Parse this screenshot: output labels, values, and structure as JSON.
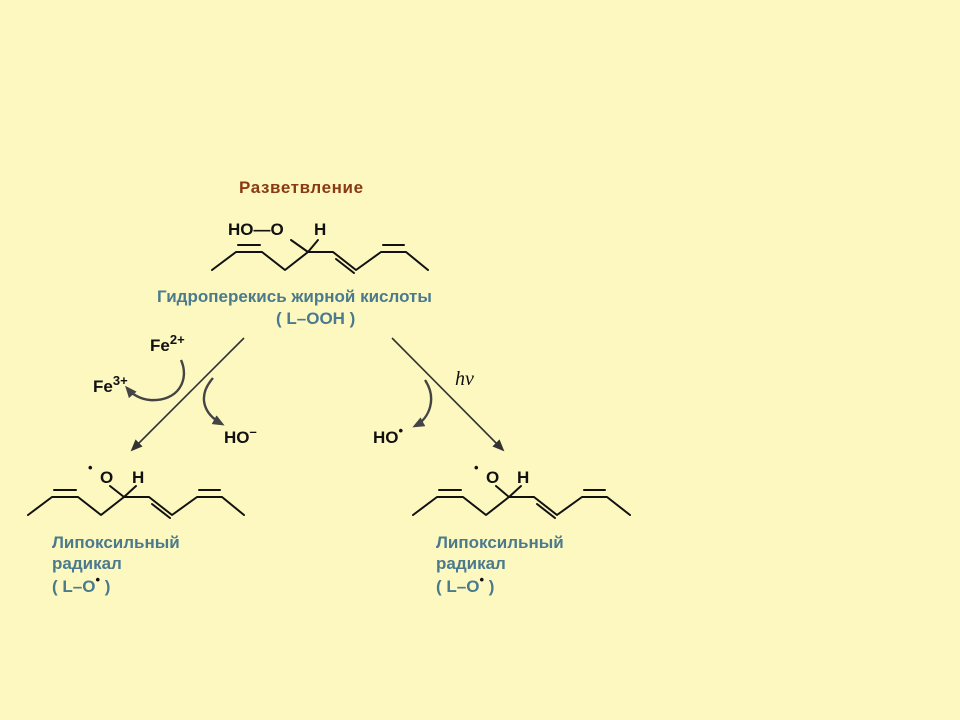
{
  "title": "Разветвление",
  "top_molecule": {
    "label_ho_o": "HO—O",
    "label_h": "H",
    "name": "Гидроперекись жирной кислоты",
    "formula": "( L–OOH )"
  },
  "left_branch": {
    "fe2": "Fe",
    "fe2_charge": "2+",
    "fe3": "Fe",
    "fe3_charge": "3+",
    "product_ion": "HO",
    "product_ion_charge": "–"
  },
  "right_branch": {
    "light": "hν",
    "product_radical": "HO",
    "product_radical_dot": "•"
  },
  "left_product": {
    "atom_o": "O",
    "atom_h": "H",
    "radical_dot": "•",
    "name_line1": "Липоксильный",
    "name_line2": "радикал",
    "formula_open": "( L–O",
    "formula_dot": "•",
    "formula_close": " )"
  },
  "right_product": {
    "atom_o": "O",
    "atom_h": "H",
    "radical_dot": "•",
    "name_line1": "Липоксильный",
    "name_line2": "радикал",
    "formula_open": "( L–O",
    "formula_dot": "•",
    "formula_close": " )"
  },
  "colors": {
    "background": "#fdf8c0",
    "title": "#8a3a12",
    "label": "#4a7a8c",
    "ink": "#111111"
  },
  "icons": {
    "reaction_arrow": "arrow-icon",
    "curved_arrow": "curved-arrow-icon"
  }
}
